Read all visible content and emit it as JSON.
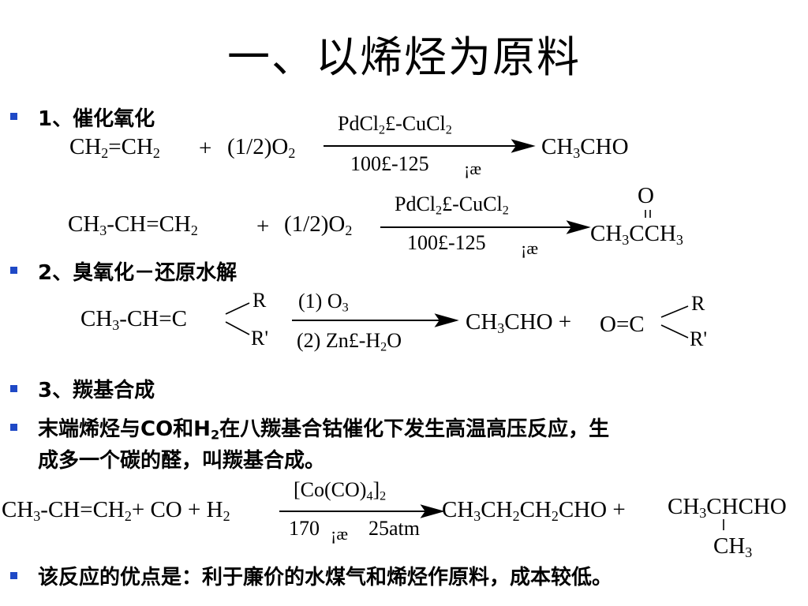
{
  "title": "一、以烯烃为原料",
  "section1": {
    "heading": "1、催化氧化",
    "r1": {
      "reactant_a": "CH",
      "reactant_a_sub1": "2",
      "reactant_a_mid": "=CH",
      "reactant_a_sub2": "2",
      "plus": "+",
      "oxygen": "(1/2)O",
      "oxygen_sub": "2",
      "catalyst_a": "PdCl",
      "catalyst_sub": "2",
      "catalyst_sep": "£-",
      "catalyst_b": "CuCl",
      "catalyst_b_sub": "2",
      "temp": "100£-125",
      "temp_unit": "¡æ",
      "product_a": "CH",
      "product_sub": "3",
      "product_b": "CHO"
    },
    "r2": {
      "reactant_a": "CH",
      "reactant_sub1": "3",
      "reactant_b": "-CH=CH",
      "reactant_sub2": "2",
      "plus": "+",
      "oxygen": "(1/2)O",
      "oxygen_sub": "2",
      "catalyst_a": "PdCl",
      "catalyst_sub": "2",
      "catalyst_sep": "£-",
      "catalyst_b": "CuCl",
      "catalyst_b_sub": "2",
      "temp": "100£-125",
      "temp_unit": "¡æ",
      "carbonyl_o": "O",
      "product_a": "CH",
      "product_sub1": "3",
      "product_b": "CCH",
      "product_sub2": "3"
    }
  },
  "section2": {
    "heading": "2、臭氧化－还原水解",
    "r3": {
      "reactant_a": "CH",
      "reactant_sub": "3",
      "reactant_b": "-CH=C",
      "r": "R",
      "r_prime": "R'",
      "step1": "(1) O",
      "step1_sub": "3",
      "step2": "(2) Zn£-H",
      "step2_sub": "2",
      "step2_end": "O",
      "product_a": "CH",
      "product_sub": "3",
      "product_b": "CHO +",
      "product2": "O=C",
      "product2_r": "R",
      "product2_r_prime": "R'"
    }
  },
  "section3": {
    "heading": "3、羰基合成",
    "desc_a": "末端烯烃与CO和H",
    "desc_sub": "2",
    "desc_b": "在八羰基合钴催化下发生高温高压反应，生",
    "desc_line2": "成多一个碳的醛，叫羰基合成。",
    "r4": {
      "reactant_a": "CH",
      "reactant_sub1": "3",
      "reactant_b": "-CH=CH",
      "reactant_sub2": "2",
      "reactant_c": "+ CO + H",
      "reactant_sub3": "2",
      "catalyst_a": "[Co(CO)",
      "catalyst_sub1": "4",
      "catalyst_b": "]",
      "catalyst_sub2": "2",
      "temp": "170",
      "temp_unit": "¡æ",
      "pressure": "25atm",
      "p1_a": "CH",
      "p1_s1": "3",
      "p1_b": "CH",
      "p1_s2": "2",
      "p1_c": "CH",
      "p1_s3": "2",
      "p1_d": "CHO +",
      "p2_a": "CH",
      "p2_s1": "3",
      "p2_b": "CHCHO",
      "p2_branch": "CH",
      "p2_branch_sub": "3"
    }
  },
  "summary": "该反应的优点是：利于廉价的水煤气和烯烃作原料，成本较低。",
  "colors": {
    "bullet": "#1f49c6",
    "text": "#000000"
  }
}
